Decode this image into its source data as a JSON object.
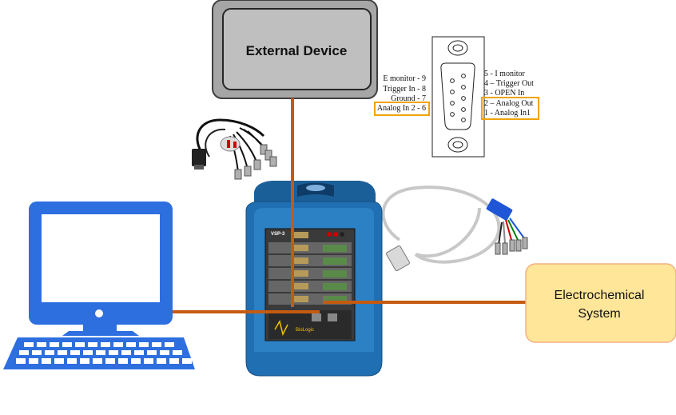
{
  "external_device": {
    "label": "External Device"
  },
  "electrochemical_system": {
    "line1": "Electrochemical",
    "line2": "System"
  },
  "connector": {
    "left_pins": [
      "E monitor - 9",
      "Trigger In - 8",
      "Ground - 7",
      "Analog In 2 - 6"
    ],
    "right_pins": [
      "5 - I monitor",
      "4 – Trigger Out",
      "3 - OPEN In",
      "2 – Analog Out",
      "1 - Analog In1"
    ]
  },
  "instrument": {
    "model": "VSP-3",
    "brand": "BioLogic"
  },
  "colors": {
    "wire": "#c55a11",
    "device_fill": "#a6a6a6",
    "device_border": "#404040",
    "system_fill": "#ffe699",
    "system_border": "#f4b183",
    "highlight": "#f0a30a",
    "computer": "#2e6fe0",
    "instrument": "#1f6fb2"
  },
  "icons": [
    "computer-icon",
    "db9-connector-icon",
    "bnc-cable-icon",
    "electrode-cable-icon",
    "potentiostat-icon"
  ]
}
